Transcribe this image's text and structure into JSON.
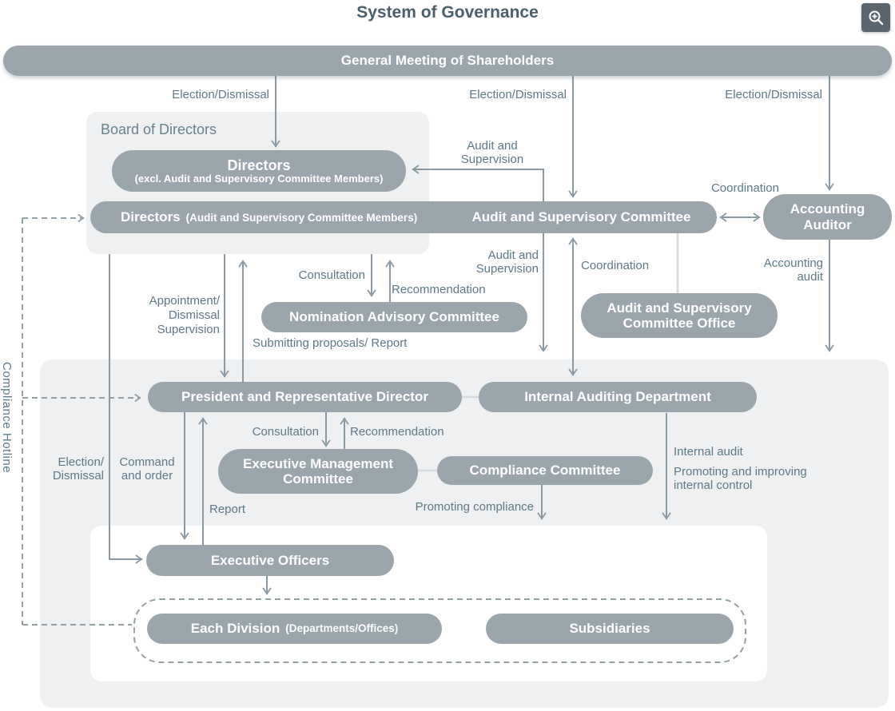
{
  "title": "System of Governance",
  "toolbar": {
    "zoom_icon": "zoom-in-magnifier"
  },
  "colors": {
    "pill": "#9aa5ac",
    "light_box": "#eef0f1",
    "line": "#8b99a2",
    "light_connector": "#d6dadd",
    "label_text": "#5d7a88",
    "title_text": "#4a5f6b",
    "icon_bg": "#5b656d"
  },
  "nodes": {
    "general_meeting": "General Meeting of Shareholders",
    "board_label": "Board of Directors",
    "directors_excl_line1": "Directors",
    "directors_excl_line2": "(excl. Audit and Supervisory Committee Members)",
    "directors_ascm_main": "Directors",
    "directors_ascm_sub": "(Audit and Supervisory Committee Members)",
    "audit_committee": "Audit and Supervisory Committee",
    "accounting_auditor": "Accounting\nAuditor",
    "nomination_committee": "Nomination Advisory Committee",
    "committee_office": "Audit and Supervisory\nCommittee Office",
    "president": "President and Representative Director",
    "internal_auditing_dept": "Internal Auditing Department",
    "executive_management_committee": "Executive Management\nCommittee",
    "compliance_committee": "Compliance Committee",
    "executive_officers": "Executive Officers",
    "each_division_main": "Each Division",
    "each_division_sub": "(Departments/Offices)",
    "subsidiaries": "Subsidiaries"
  },
  "labels": {
    "election_dismissal": "Election/Dismissal",
    "audit_supervision_upper": "Audit and\nSupervision",
    "coordination_top": "Coordination",
    "audit_supervision_lower": "Audit and\nSupervision",
    "coordination_lower": "Coordination",
    "accounting_audit": "Accounting\naudit",
    "appointment_dismissal_supervision": "Appointment/\nDismissal\nSupervision",
    "consultation_top": "Consultation",
    "recommendation_top": "Recommendation",
    "submitting_proposals": "Submitting proposals/ Report",
    "compliance_hotline": "Compliance Hotline",
    "election_dismissal_left": "Election/\nDismissal",
    "command_and_order": "Command\nand order",
    "consultation_lower": "Consultation",
    "recommendation_lower": "Recommendation",
    "report": "Report",
    "promoting_compliance": "Promoting compliance",
    "internal_audit": "Internal audit",
    "promoting_internal_control": "Promoting and improving\ninternal control"
  }
}
